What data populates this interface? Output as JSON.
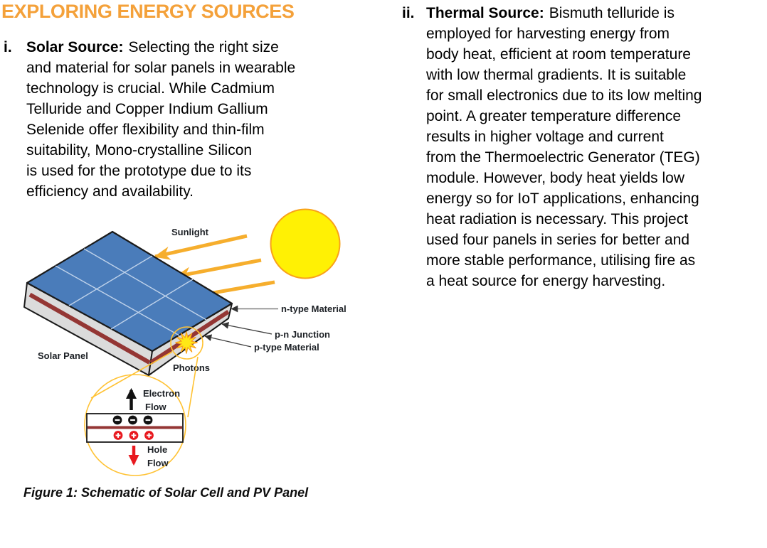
{
  "title": "EXPLORING ENERGY SOURCES",
  "solar": {
    "marker": "i.",
    "lead": "Solar Source:",
    "lines": [
      "Selecting the right size",
      "and material for solar panels in wearable",
      "technology is crucial. While Cadmium",
      "Telluride and Copper Indium Gallium",
      "Selenide offer flexibility and thin-film",
      "suitability, Mono-crystalline Silicon",
      "is used for the prototype due to its",
      "efficiency and availability."
    ]
  },
  "thermal": {
    "marker": "ii.",
    "lead": "Thermal Source:",
    "lines": [
      "Bismuth telluride is",
      "employed for harvesting energy from",
      "body heat, efficient at room temperature",
      "with low thermal gradients. It is suitable",
      "for small electronics due to its low melting",
      "point. A greater temperature difference",
      "results in higher voltage and current",
      "from the Thermoelectric Generator (TEG)",
      "module. However, body heat yields low",
      "energy so for IoT applications, enhancing",
      "heat radiation is necessary. This project",
      "used four panels in series for better and",
      "more stable performance, utilising fire as",
      "a heat source for energy harvesting."
    ]
  },
  "figure": {
    "caption": "Figure 1: Schematic of Solar Cell and PV Panel",
    "labels": {
      "sunlight": "Sunlight",
      "solar_panel": "Solar Panel",
      "photons": "Photons",
      "n_type": "n-type Material",
      "pn_junction": "p-n Junction",
      "p_type": "p-type Material",
      "electron_line1": "Electron",
      "electron_line2": "Flow",
      "hole_line1": "Hole",
      "hole_line2": "Flow"
    }
  },
  "colors": {
    "title_orange": "#F4A13A",
    "panel_blue": "#4A7CBA",
    "panel_side_gray": "#DBDBDB",
    "stripe_red": "#943634",
    "sun_yellow": "#FFF104",
    "sun_edge_orange": "#F9A11B",
    "ray_orange": "#F6AE2D",
    "callout_gold": "#FFC233",
    "star_yellow": "#FFE816",
    "hole_red": "#E8191F",
    "electron_black": "#111111"
  }
}
